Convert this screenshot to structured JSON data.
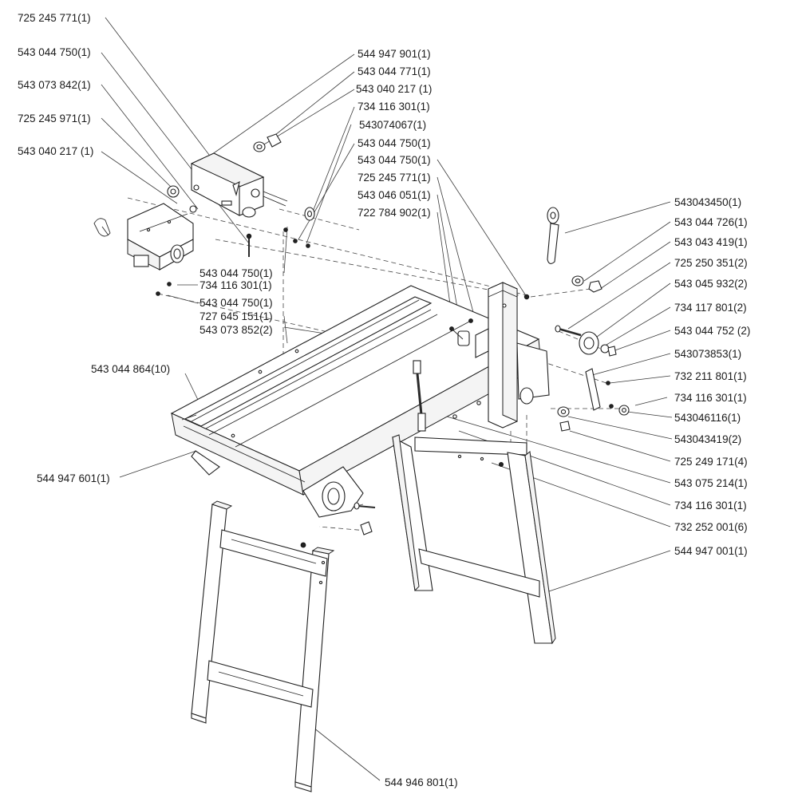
{
  "labels_left": [
    "725 245 771(1)",
    "543 044 750(1)",
    "543 073 842(1)",
    "725 245 971(1)",
    "543 040 217 (1)"
  ],
  "labels_top": [
    "544 947 901(1)",
    "543 044 771(1)",
    "543 040 217 (1)",
    "734 116 301(1)",
    "543074067(1)",
    "543 044 750(1)",
    "543 044 750(1)",
    "725 245 771(1)",
    "543 046 051(1)",
    "722 784 902(1)"
  ],
  "labels_mid": [
    "543 044 750(1)",
    "734 116 301(1)",
    "543 044 750(1)",
    "727 645 151(1)",
    "543 073 852(2)"
  ],
  "labels_right": [
    "543043450(1)",
    "543 044 726(1)",
    "543 043 419(1)",
    "725 250 351(2)",
    "543 045 932(2)",
    "734 117 801(2)",
    "543 044 752 (2)",
    "543073853(1)",
    "732 211 801(1)",
    "734 116 301(1)",
    "543046116(1)",
    "543043419(2)",
    "725 249 171(4)",
    "543 075 214(1)",
    "734 116 301(1)",
    "732 252 001(6)",
    "544 947 001(1)"
  ],
  "label_table": "543 044 864(10)",
  "label_base": "544 947 601(1)",
  "label_leg": "544 946 801(1)"
}
